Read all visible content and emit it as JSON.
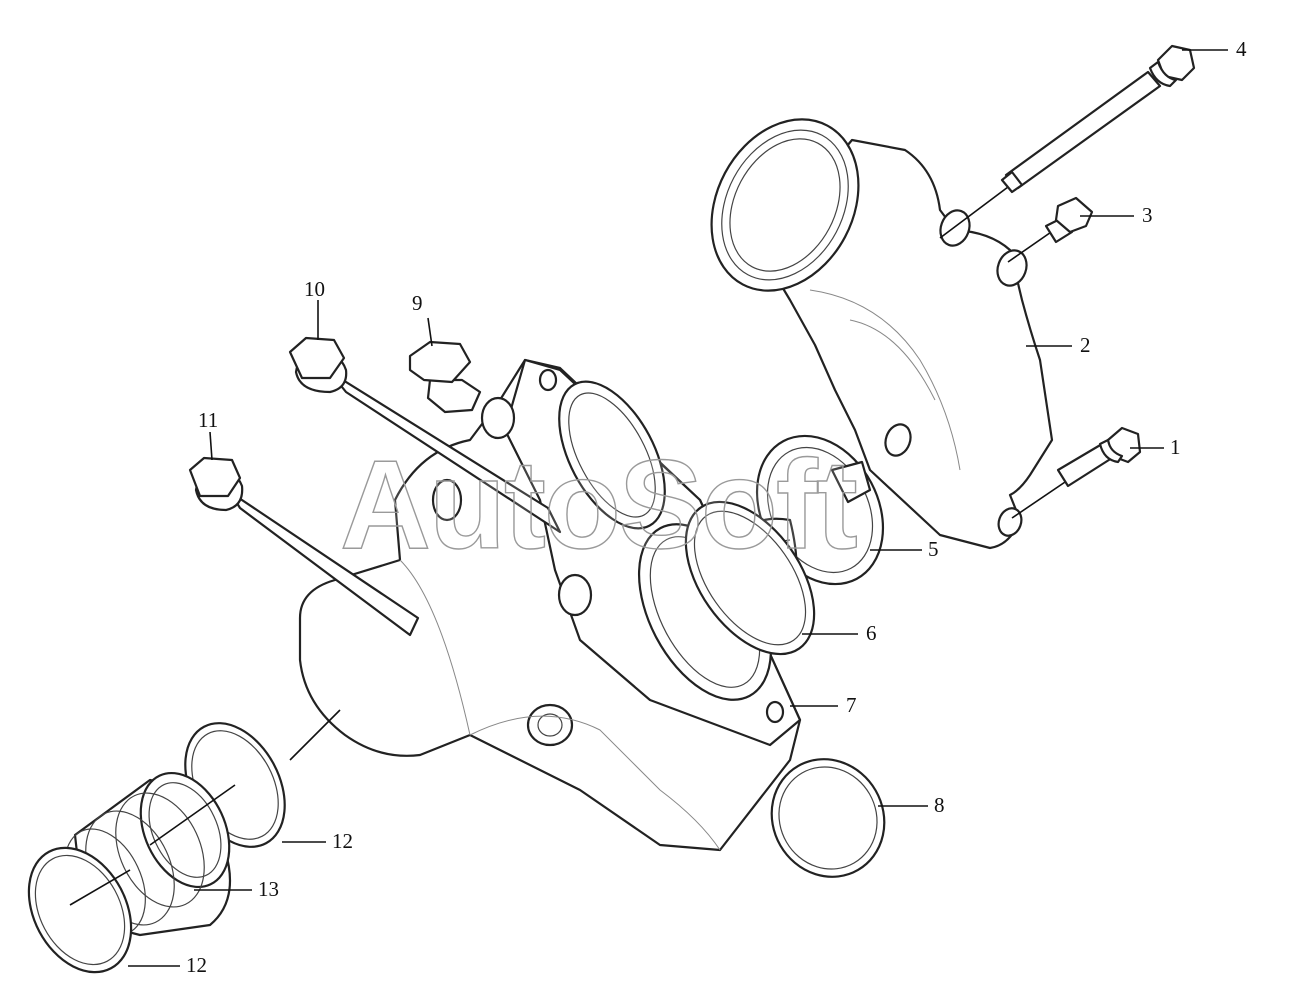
{
  "watermark": "AutoSoft",
  "callouts": {
    "c1": "1",
    "c2": "2",
    "c3": "3",
    "c4": "4",
    "c5": "5",
    "c6": "6",
    "c7": "7",
    "c8": "8",
    "c9": "9",
    "c10": "10",
    "c11": "11",
    "c12a": "12",
    "c12b": "12",
    "c13": "13"
  }
}
